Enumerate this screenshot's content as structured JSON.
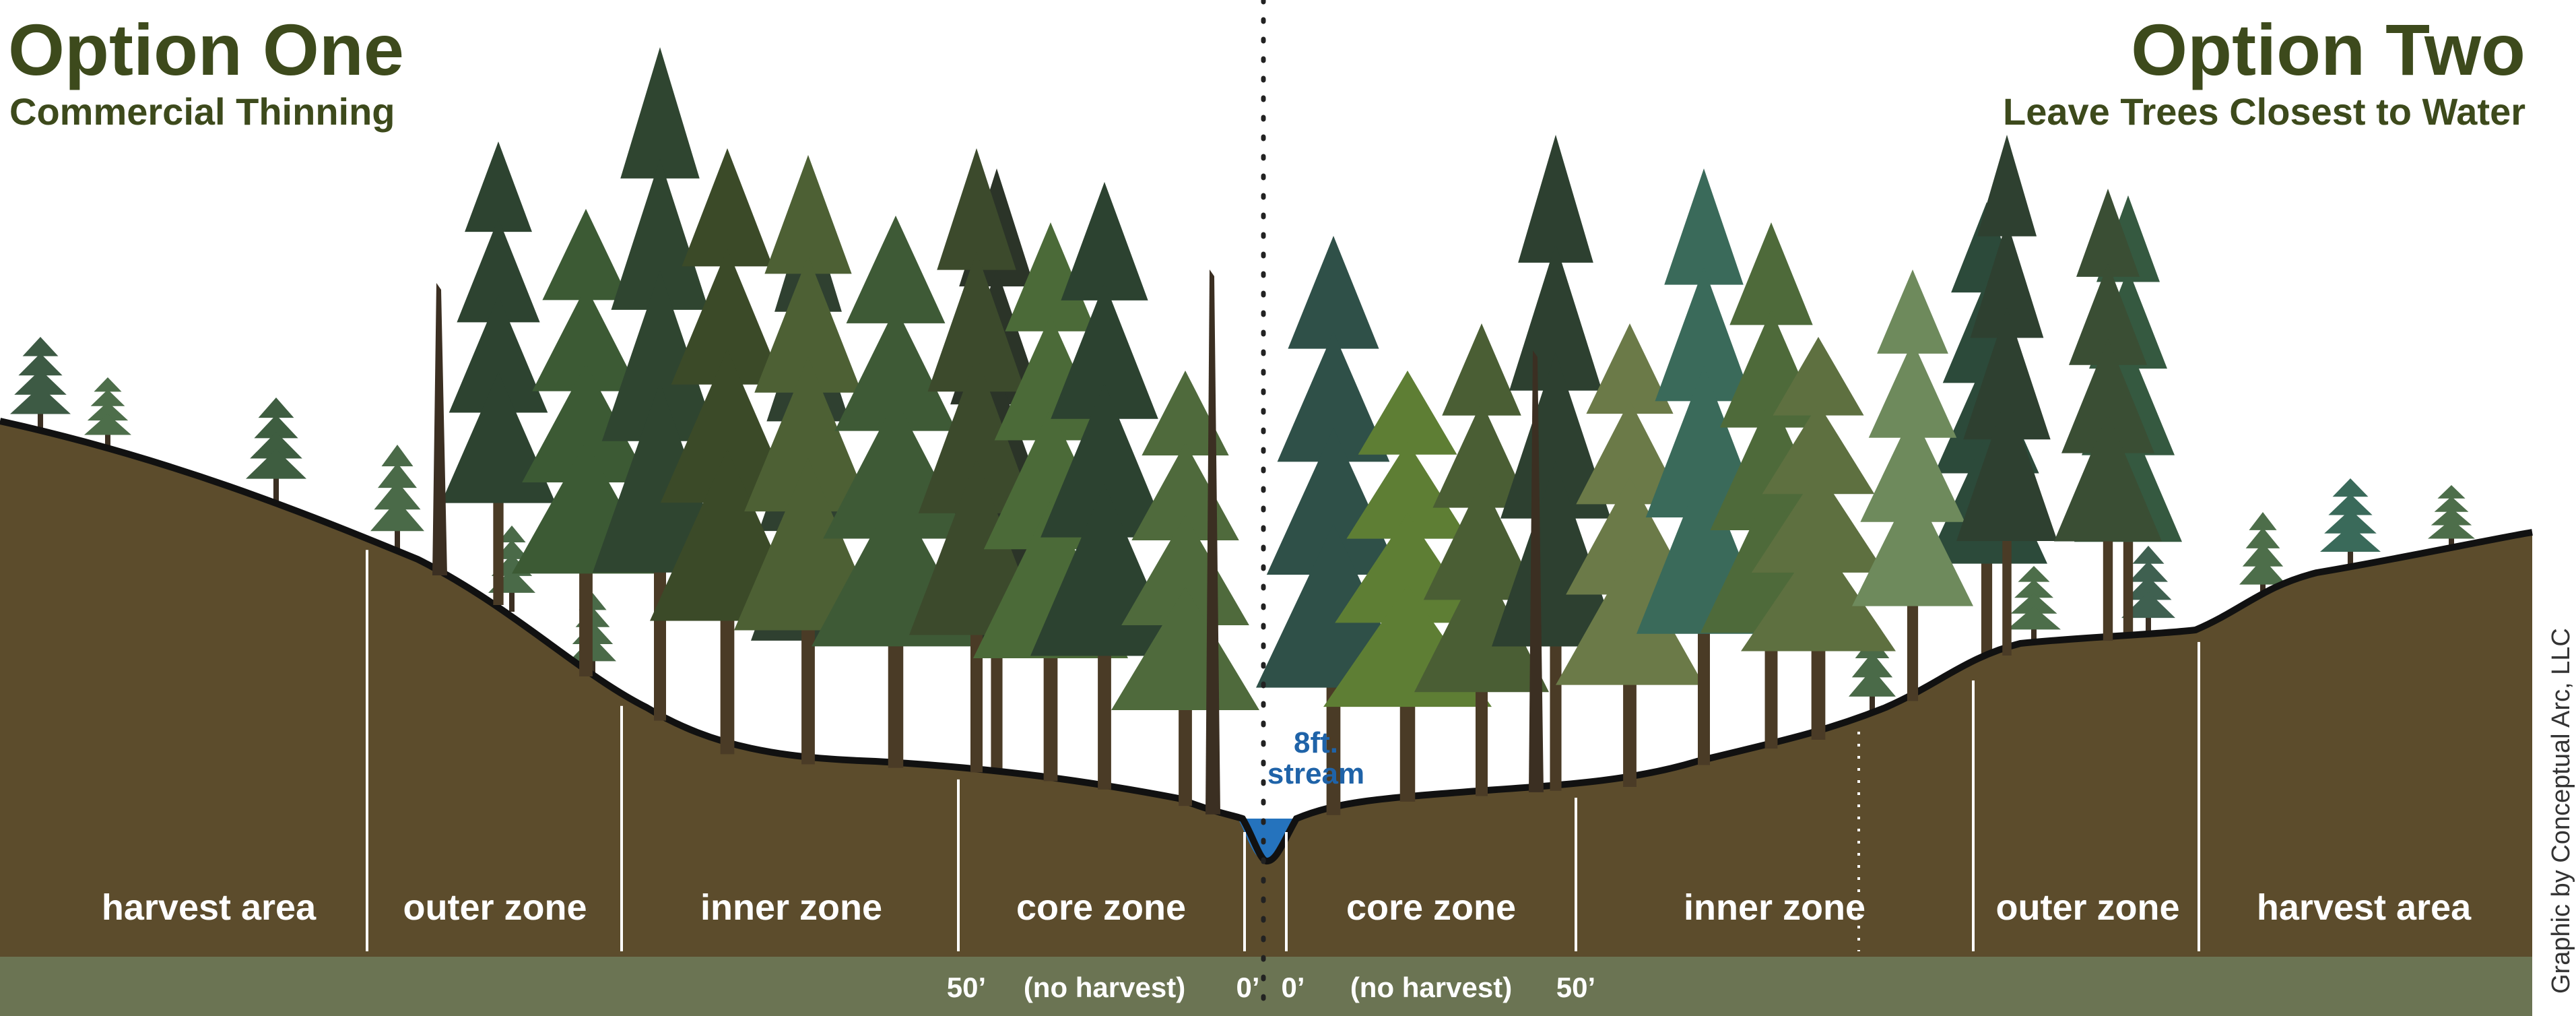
{
  "left_option": {
    "title": "Option One",
    "subtitle": "Commercial Thinning"
  },
  "right_option": {
    "title": "Option Two",
    "subtitle": "Leave Trees Closest to Water"
  },
  "stream": {
    "size": "8ft.",
    "label": "stream"
  },
  "zones_left": [
    "harvest area",
    "outer zone",
    "inner zone",
    "core zone"
  ],
  "zones_right": [
    "core zone",
    "inner zone",
    "outer zone",
    "harvest area"
  ],
  "distance_labels": {
    "left_outer": "50’",
    "left_note": "(no harvest)",
    "left_center": "0’",
    "right_center": "0’",
    "right_note": "(no harvest)",
    "right_outer": "50’"
  },
  "credit": "Graphic by Conceptual Arc, LLC",
  "colors": {
    "title": "#3d4a1c",
    "ground": "#5c4c2c",
    "base_band": "#6b7453",
    "water": "#2573bd",
    "stream_text": "#1f63a8",
    "zone_text": "#ffffff"
  }
}
